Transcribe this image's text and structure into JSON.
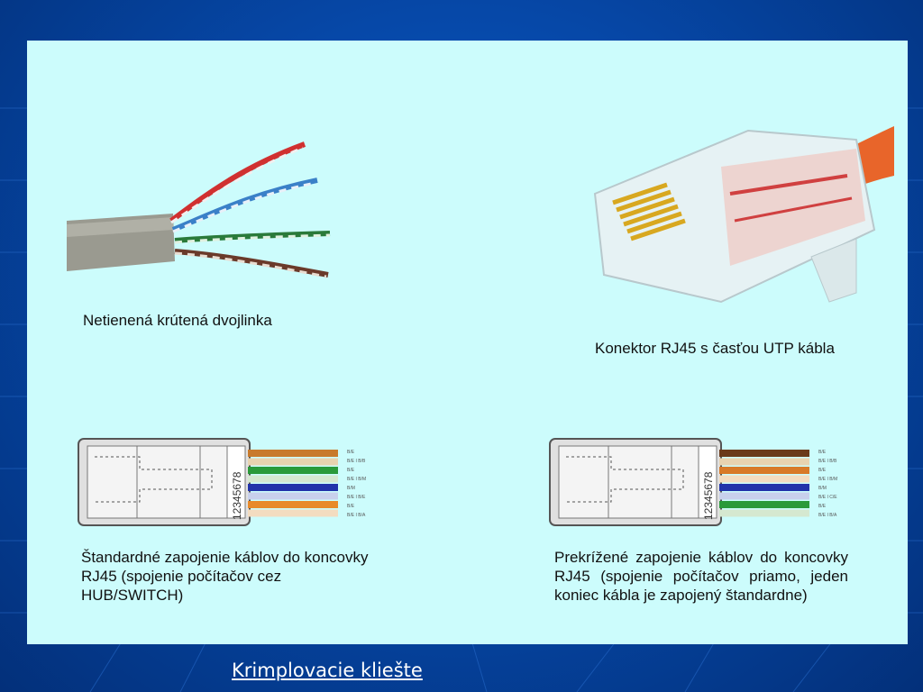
{
  "slide": {
    "caption_twisted_pair": "Netienená krútená dvojlinka",
    "caption_rj45": "Konektor RJ45 s časťou UTP kábla",
    "caption_standard": "Štandardné zapojenie káblov do koncovky RJ45 (spojenie počítačov cez HUB/SWITCH)",
    "caption_crossover": "Prekrížené zapojenie káblov do koncovky RJ45 (spojenie počítačov priamo, jeden koniec kábla je zapojený štandardne)",
    "pin_numbers": "12345678",
    "link_label": "Krimplovacie kliešte"
  },
  "colors": {
    "background": "#0648a8",
    "panel": "#ccfcfc",
    "standard_wires": [
      "#c87a2c",
      "#e8d3b0",
      "#2a9a3a",
      "#d5e8d0",
      "#2233aa",
      "#c8d0ec",
      "#e88a2a",
      "#f3dcc0"
    ],
    "crossover_wires": [
      "#6a3a1a",
      "#e8d3b0",
      "#d87a28",
      "#f3dcc0",
      "#2233aa",
      "#c8d0ec",
      "#2a9a3a",
      "#d5e8d0"
    ]
  }
}
